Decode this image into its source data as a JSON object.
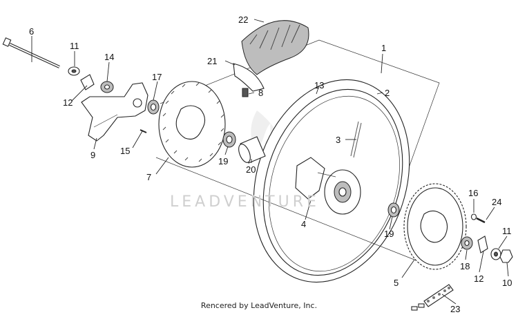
{
  "callouts": [
    "1",
    "2",
    "3",
    "4",
    "5",
    "6",
    "7",
    "8",
    "9",
    "10",
    "11",
    "11",
    "12",
    "12",
    "13",
    "14",
    "15",
    "16",
    "17",
    "18",
    "19",
    "19",
    "20",
    "21",
    "22",
    "23",
    "24"
  ],
  "watermark": "LEADVENTURE",
  "credit": "Rencered by LeadVenture, Inc."
}
